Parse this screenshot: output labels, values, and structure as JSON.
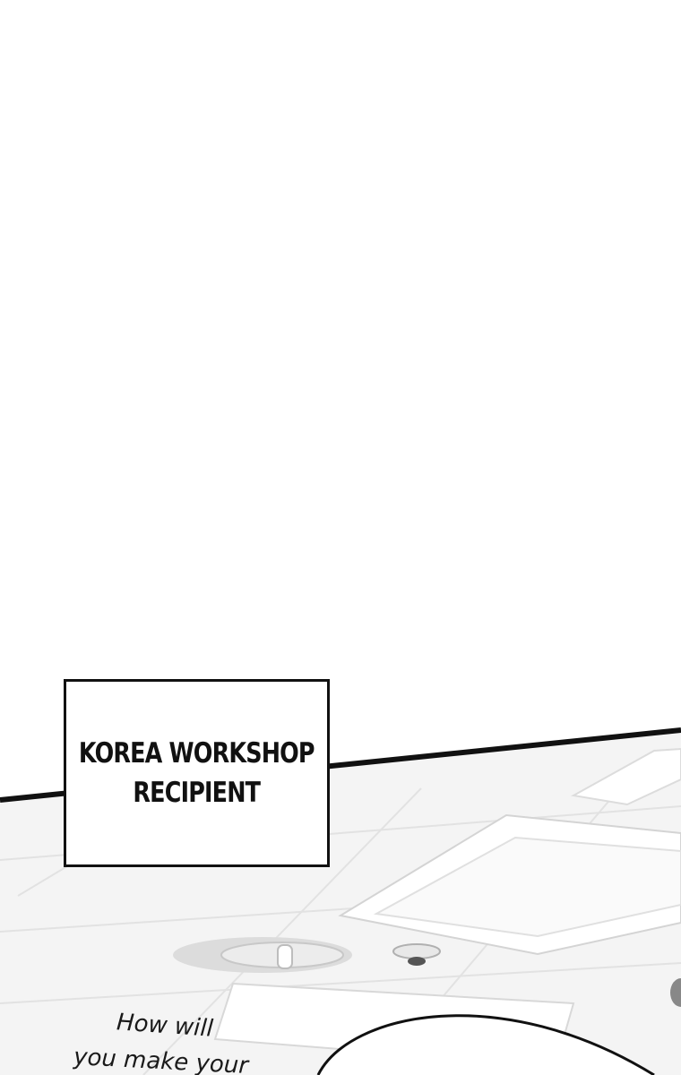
{
  "caption": {
    "line1": "KOREA WORKSHOP",
    "line2": "RECIPIENT"
  },
  "handwritten": {
    "line1": "How will",
    "line2": "you make your"
  }
}
